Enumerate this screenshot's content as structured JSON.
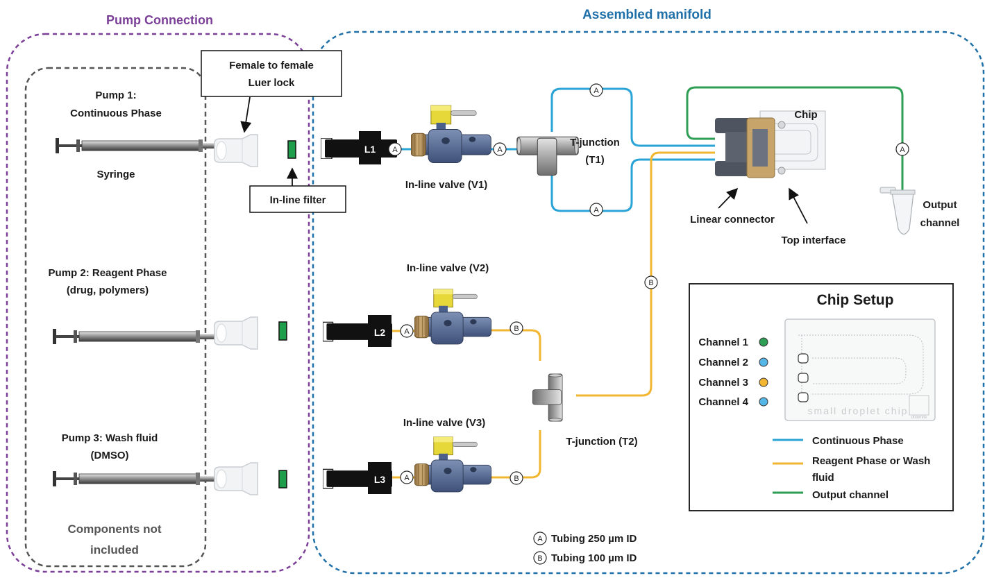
{
  "sections": {
    "pump_connection": "Pump Connection",
    "assembled_manifold": "Assembled manifold"
  },
  "pumps": [
    {
      "line1": "Pump 1:",
      "line2": "Continuous Phase",
      "sub": "Syringe"
    },
    {
      "line1": "Pump 2: Reagent Phase",
      "line2": "(drug, polymers)"
    },
    {
      "line1": "Pump 3: Wash fluid",
      "line2": "(DMSO)"
    }
  ],
  "components_not_included": {
    "line1": "Components not",
    "line2": "included"
  },
  "callouts": {
    "luer_line1": "Female to female",
    "luer_line2": "Luer lock",
    "inline_filter": "In-line filter"
  },
  "lines": [
    "L1",
    "L2",
    "L3"
  ],
  "valves": [
    "In-line valve (V1)",
    "In-line valve (V2)",
    "In-line valve (V3)"
  ],
  "junctions": {
    "t1_line1": "T-junction",
    "t1_line2": "(T1)",
    "t2": "T-junction (T2)"
  },
  "chip_labels": {
    "chip": "Chip",
    "linear_connector": "Linear connector",
    "top_interface": "Top interface",
    "output_line1": "Output",
    "output_line2": "channel"
  },
  "tubing_markers": {
    "a": "A",
    "b": "B"
  },
  "tubing_legend": [
    {
      "marker": "A",
      "text": "Tubing 250 µm ID"
    },
    {
      "marker": "B",
      "text": "Tubing 100 µm ID"
    }
  ],
  "chip_setup": {
    "title": "Chip Setup",
    "chip_text": "small droplet chip",
    "brand": "dolomite",
    "channels": [
      {
        "label": "Channel 1",
        "color": "#2f9e55"
      },
      {
        "label": "Channel 2",
        "color": "#55b7e8"
      },
      {
        "label": "Channel 3",
        "color": "#f2b631"
      },
      {
        "label": "Channel 4",
        "color": "#55b7e8"
      }
    ],
    "legend": [
      {
        "label": "Continuous Phase",
        "color": "#2aa3d6"
      },
      {
        "label_line1": "Reagent Phase or Wash",
        "label_line2": "fluid",
        "color": "#f2b631"
      },
      {
        "label": "Output channel",
        "color": "#2f9e55"
      }
    ]
  },
  "colors": {
    "pump_border": "#7b3f98",
    "manifold_border": "#1f6fa8",
    "not_included_border": "#555555",
    "filter_green": "#1e9e4a"
  }
}
